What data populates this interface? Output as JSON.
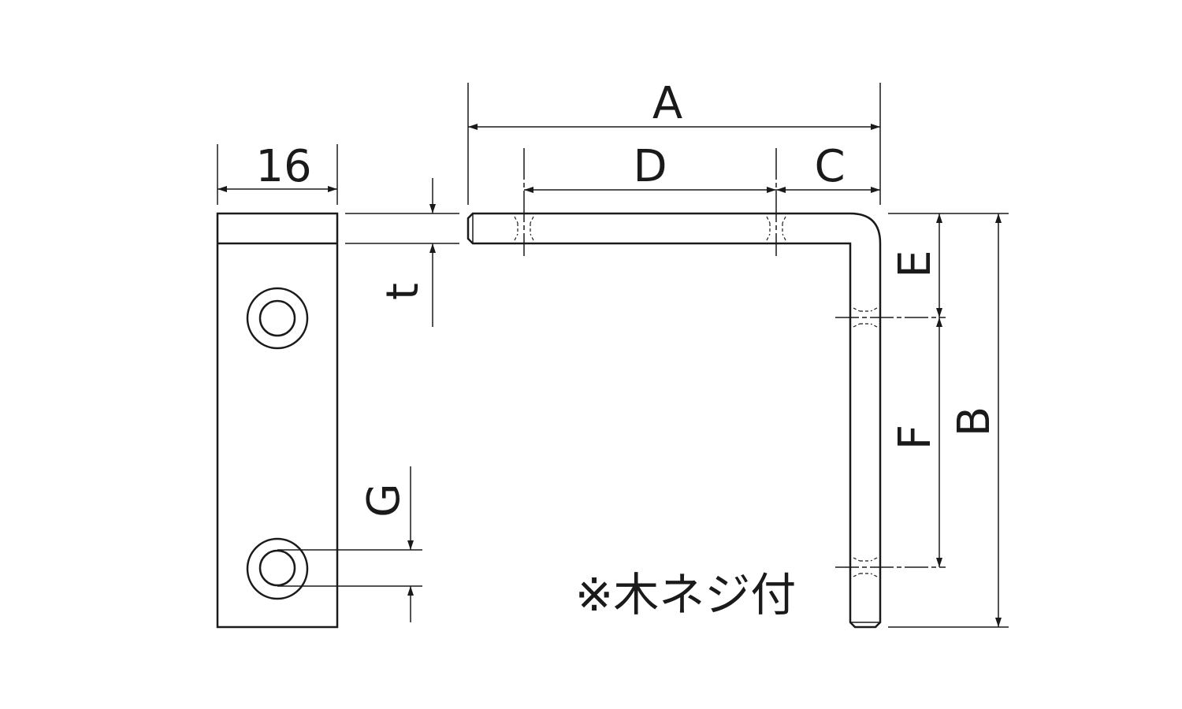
{
  "labels": {
    "width": "16",
    "thickness": "t",
    "hole_offset": "G",
    "length_a": "A",
    "length_d": "D",
    "length_c": "C",
    "length_e": "E",
    "length_f": "F",
    "length_b": "B"
  },
  "note": "※木ネジ付",
  "colors": {
    "line": "#1a1a1a",
    "background": "#ffffff"
  }
}
